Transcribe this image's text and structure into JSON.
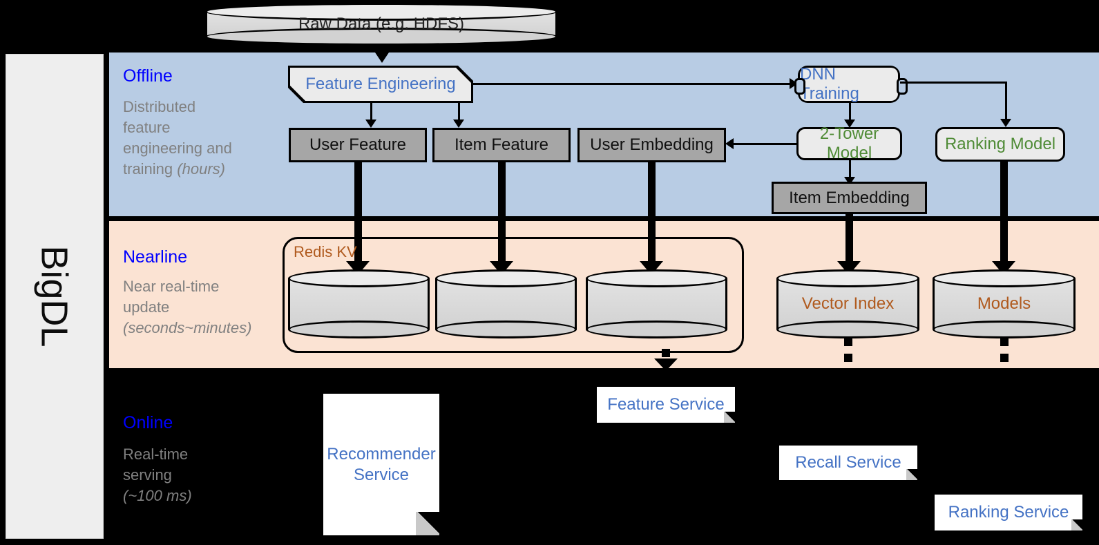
{
  "sidebar": {
    "label": "BigDL"
  },
  "top": {
    "raw_data": "Raw Data (e.g. HDFS)"
  },
  "bands": [
    {
      "id": "offline",
      "title": "Offline",
      "desc_line1": "Distributed",
      "desc_line2": "feature",
      "desc_line3": "engineering and",
      "desc_line4": "training ",
      "desc_italic": "(hours)",
      "bg": "#b8cce4"
    },
    {
      "id": "nearline",
      "title": "Nearline",
      "desc_line1": "Near real-time",
      "desc_line2": "update",
      "desc_italic": "(seconds~minutes)",
      "bg": "#fbe3d3"
    },
    {
      "id": "online",
      "title": "Online",
      "desc_line1": "Real-time",
      "desc_line2": "serving",
      "desc_italic": "(~100 ms)",
      "bg": "#000000"
    }
  ],
  "offline": {
    "feature_engineering": "Feature Engineering",
    "dnn_training": "DNN Training",
    "user_feature": "User Feature",
    "item_feature": "Item Feature",
    "user_embedding": "User Embedding",
    "two_tower_model": "2-Tower Model",
    "ranking_model": "Ranking Model",
    "item_embedding": "Item Embedding"
  },
  "nearline": {
    "redis_kv": "Redis KV",
    "store_user_feature": "",
    "store_item_feature": "",
    "store_user_embedding": "",
    "vector_index": "Vector Index",
    "models": "Models"
  },
  "online": {
    "recommender_service": "Recommender Service",
    "feature_service": "Feature Service",
    "recall_service": "Recall Service",
    "ranking_service": "Ranking Service"
  },
  "colors": {
    "offline_bg": "#b8cce4",
    "nearline_bg": "#fbe3d3",
    "online_bg": "#000000",
    "band_title": "#0000ff",
    "band_desc": "#808080",
    "blue_text": "#4472c4",
    "green_text": "#4f8b36",
    "brown_text": "#b05a1e",
    "gray_box": "#a6a6a6",
    "sidebar_bg": "#eeeeee"
  }
}
